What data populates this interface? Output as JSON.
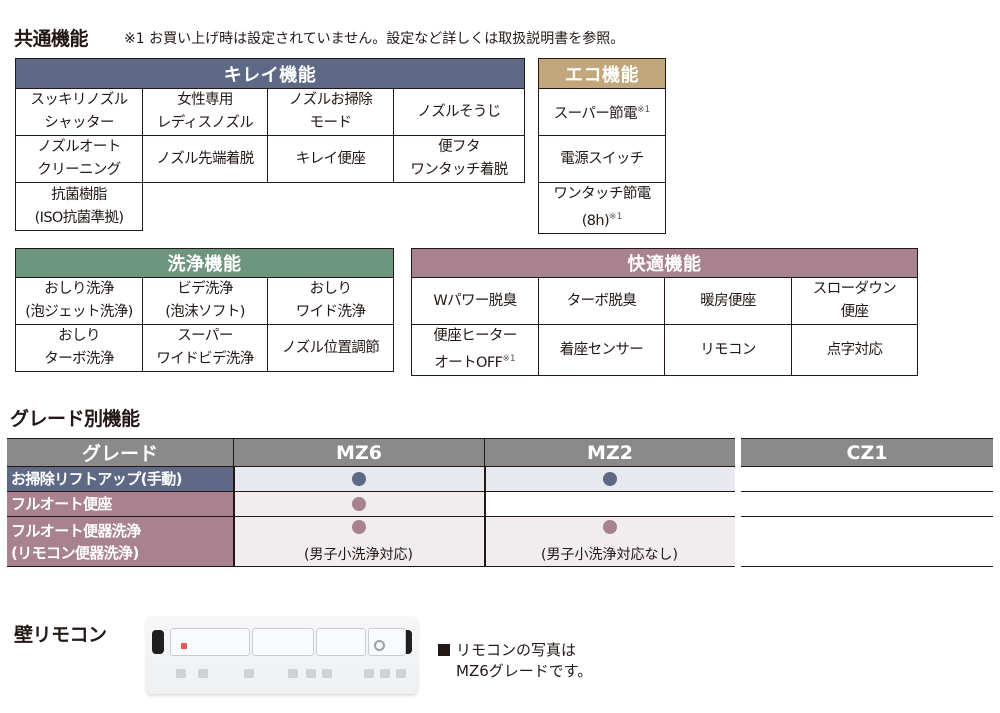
{
  "common": {
    "title": "共通機能",
    "note": "※1 お買い上げ時は設定されていません。設定など詳しくは取扱説明書を参照。"
  },
  "kirei": {
    "header": "キレイ機能",
    "color": "#5e6a85",
    "rows": [
      [
        "スッキリノズル\nシャッター",
        "女性専用\nレディスノズル",
        "ノズルお掃除\nモード",
        "ノズルそうじ"
      ],
      [
        "ノズルオート\nクリーニング",
        "ノズル先端着脱",
        "キレイ便座",
        "便フタ\nワンタッチ着脱"
      ],
      [
        "抗菌樹脂\n(ISO抗菌準拠)"
      ]
    ]
  },
  "eco": {
    "header": "エコ機能",
    "color": "#c3a77c",
    "items": [
      {
        "label": "スーパー節電",
        "note": "※1"
      },
      {
        "label": "電源スイッチ",
        "note": ""
      },
      {
        "label": "ワンタッチ節電\n(8h)",
        "note": "※1"
      }
    ]
  },
  "senjo": {
    "header": "洗浄機能",
    "color": "#6e9580",
    "rows": [
      [
        "おしり洗浄\n(泡ジェット洗浄)",
        "ビデ洗浄\n(泡沫ソフト)",
        "おしり\nワイド洗浄"
      ],
      [
        "おしり\nターボ洗浄",
        "スーパー\nワイドビデ洗浄",
        "ノズル位置調節"
      ]
    ]
  },
  "kaiteki": {
    "header": "快適機能",
    "color": "#a8828f",
    "rows": [
      [
        {
          "label": "Wパワー脱臭",
          "note": ""
        },
        {
          "label": "ターボ脱臭",
          "note": ""
        },
        {
          "label": "暖房便座",
          "note": ""
        },
        {
          "label": "スローダウン\n便座",
          "note": ""
        }
      ],
      [
        {
          "label": "便座ヒーター\nオートOFF",
          "note": "※1"
        },
        {
          "label": "着座センサー",
          "note": ""
        },
        {
          "label": "リモコン",
          "note": ""
        },
        {
          "label": "点字対応",
          "note": ""
        }
      ]
    ]
  },
  "grade": {
    "title": "グレード別機能",
    "header_label": "グレード",
    "columns": [
      "MZ6",
      "MZ2",
      "CZ1"
    ],
    "rows": [
      {
        "label": "お掃除リフトアップ(手動)",
        "label_color": "#5e6a85",
        "values": [
          {
            "dot": true,
            "sub": ""
          },
          {
            "dot": true,
            "sub": ""
          },
          {
            "dot": false,
            "sub": ""
          }
        ]
      },
      {
        "label": "フルオート便座",
        "label_color": "#a8828f",
        "values": [
          {
            "dot": true,
            "sub": ""
          },
          {
            "dot": false,
            "sub": ""
          },
          {
            "dot": false,
            "sub": ""
          }
        ]
      },
      {
        "label": "フルオート便器洗浄\n(リモコン便器洗浄)",
        "label_color": "#a8828f",
        "values": [
          {
            "dot": true,
            "sub": "(男子小洗浄対応)"
          },
          {
            "dot": true,
            "sub": "(男子小洗浄対応なし)"
          },
          {
            "dot": false,
            "sub": ""
          }
        ]
      }
    ]
  },
  "remote": {
    "title": "壁リモコン",
    "caption_line1": "リモコンの写真は",
    "caption_line2": "MZ6グレードです。"
  }
}
